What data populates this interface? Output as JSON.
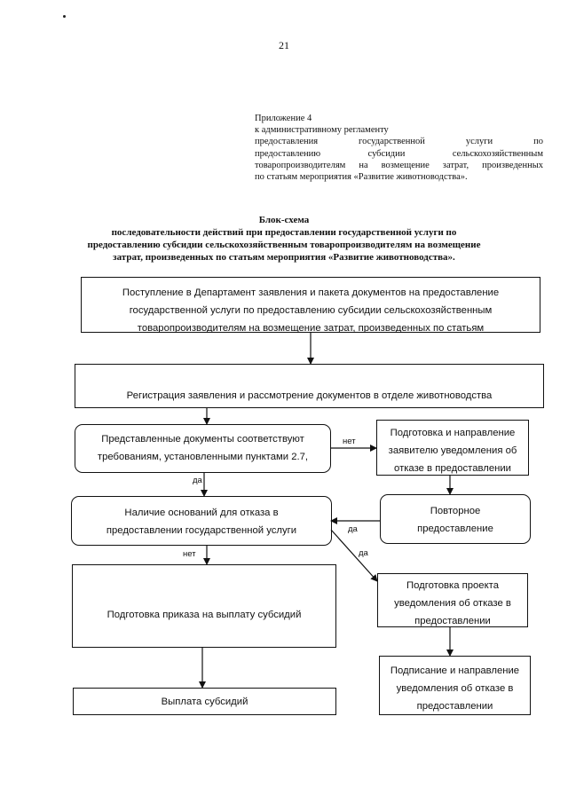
{
  "page_number": "21",
  "appendix": {
    "line1": "Приложение 4",
    "line2": "к административному регламенту",
    "line3": "предоставления государственной услуги по",
    "line4": "предоставлению субсидии сельскохозяйственным",
    "line5": "товаропроизводителям на возмещение затрат, произведенных",
    "line6": "по статьям мероприятия «Развитие животноводства»."
  },
  "heading": {
    "title": "Блок-схема",
    "line1": "последовательности действий при предоставлении государственной услуги по",
    "line2": "предоставлению субсидии сельскохозяйственным товаропроизводителям на возмещение",
    "line3": "затрат, произведенных по статьям мероприятия «Развитие животноводства»."
  },
  "boxes": {
    "receipt": {
      "line1": "Поступление в Департамент заявления  и пакета документов на предоставление",
      "line2": "государственной услуги по предоставлению субсидии сельскохозяйственным",
      "line3": "товаропроизводителям на возмещение  затрат, произведенных по статьям"
    },
    "registration": {
      "line1": "Регистрация  заявления и рассмотрение  документов в  отделе животноводства"
    },
    "compliance": {
      "line1": "Представленные документы соответствуют",
      "line2": "требованиям,  установленными пунктами 2.7,"
    },
    "refusal_notice": {
      "line1": "Подготовка и направление",
      "line2": "заявителю уведомления об",
      "line3": "отказе в предоставлении"
    },
    "grounds": {
      "line1": "Наличие оснований для отказа в",
      "line2": "предоставлении государственной услуги"
    },
    "repeat": {
      "line1": "Повторное",
      "line2": "предоставление"
    },
    "order": {
      "line1": "Подготовка  приказа на выплату субсидий"
    },
    "draft_refusal": {
      "line1": "Подготовка проекта",
      "line2": "уведомления об отказе в",
      "line3": "предоставлении"
    },
    "payment": {
      "line1": "Выплата субсидий"
    },
    "sign_refusal": {
      "line1": "Подписание и направление",
      "line2": "уведомления об отказе в",
      "line3": "предоставлении"
    }
  },
  "labels": {
    "no_1": "нет",
    "yes_1": "да",
    "yes_2": "да",
    "yes_3": "да",
    "no_2": "нет"
  }
}
